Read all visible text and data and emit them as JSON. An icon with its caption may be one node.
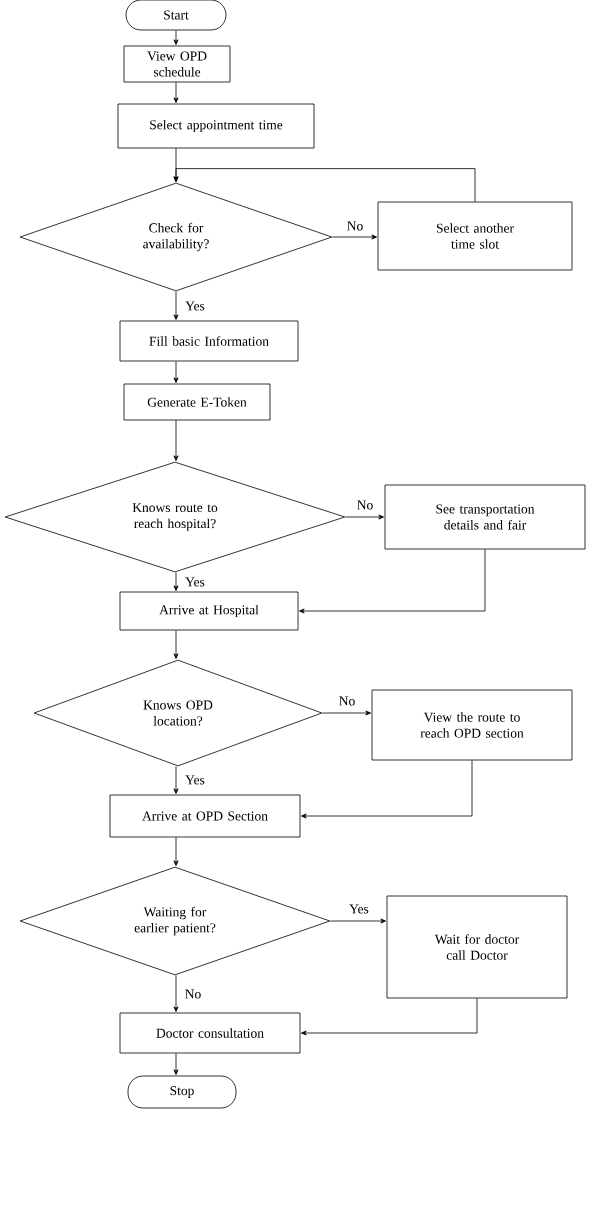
{
  "diagram": {
    "nodes": [
      {
        "text": [
          "Start"
        ]
      },
      {
        "text": [
          "View OPD schedule"
        ]
      },
      {
        "text": [
          "Select appointment time"
        ]
      },
      {
        "text": [
          "Check for availability?"
        ]
      },
      {
        "text": [
          "Select another time slot"
        ]
      },
      {
        "text": [
          "Fill basic Information"
        ]
      },
      {
        "text": [
          "Generate E-Token"
        ]
      },
      {
        "text": [
          "Knows route to reach hospital?"
        ]
      },
      {
        "text": [
          "See transportation details and fair"
        ]
      },
      {
        "text": [
          "Arrive at Hospital"
        ]
      },
      {
        "text": [
          "Knows OPD location?"
        ]
      },
      {
        "text": [
          "View the route to reach OPD section"
        ]
      },
      {
        "text": [
          "Arrive at OPD Section"
        ]
      },
      {
        "text": [
          "Waiting for earlier patient?"
        ]
      },
      {
        "text": [
          "Wait for doctor call Doctor"
        ]
      },
      {
        "text": [
          "Doctor consultation"
        ]
      },
      {
        "text": [
          "Stop"
        ]
      }
    ],
    "edges": [
      {
        "from": 0,
        "to": 1,
        "arrow": "to"
      },
      {
        "from": 1,
        "to": 2,
        "arrow": "to"
      },
      {
        "from": 2,
        "to": 3,
        "arrow": "to"
      },
      {
        "from": 3,
        "to": 4,
        "arrow": "to",
        "label": "No"
      },
      {
        "from": 4,
        "to": 3,
        "arrow": "to"
      },
      {
        "from": 3,
        "to": 5,
        "arrow": "to",
        "label": "Yes"
      },
      {
        "from": 5,
        "to": 6,
        "arrow": "to"
      },
      {
        "from": 6,
        "to": 7,
        "arrow": "to"
      },
      {
        "from": 7,
        "to": 8,
        "arrow": "to",
        "label": "No"
      },
      {
        "from": 8,
        "to": 9,
        "arrow": "to"
      },
      {
        "from": 7,
        "to": 9,
        "arrow": "to",
        "label": "Yes"
      },
      {
        "from": 9,
        "to": 10,
        "arrow": "to"
      },
      {
        "from": 10,
        "to": 11,
        "arrow": "to",
        "label": "No"
      },
      {
        "from": 11,
        "to": 12,
        "arrow": "to"
      },
      {
        "from": 10,
        "to": 12,
        "arrow": "to",
        "label": "Yes"
      },
      {
        "from": 12,
        "to": 13,
        "arrow": "to"
      },
      {
        "from": 13,
        "to": 14,
        "arrow": "to",
        "label": "Yes"
      },
      {
        "from": 14,
        "to": 15,
        "arrow": "to"
      },
      {
        "from": 13,
        "to": 15,
        "arrow": "to",
        "label": "No"
      },
      {
        "from": 15,
        "to": 16,
        "arrow": "to"
      }
    ]
  }
}
